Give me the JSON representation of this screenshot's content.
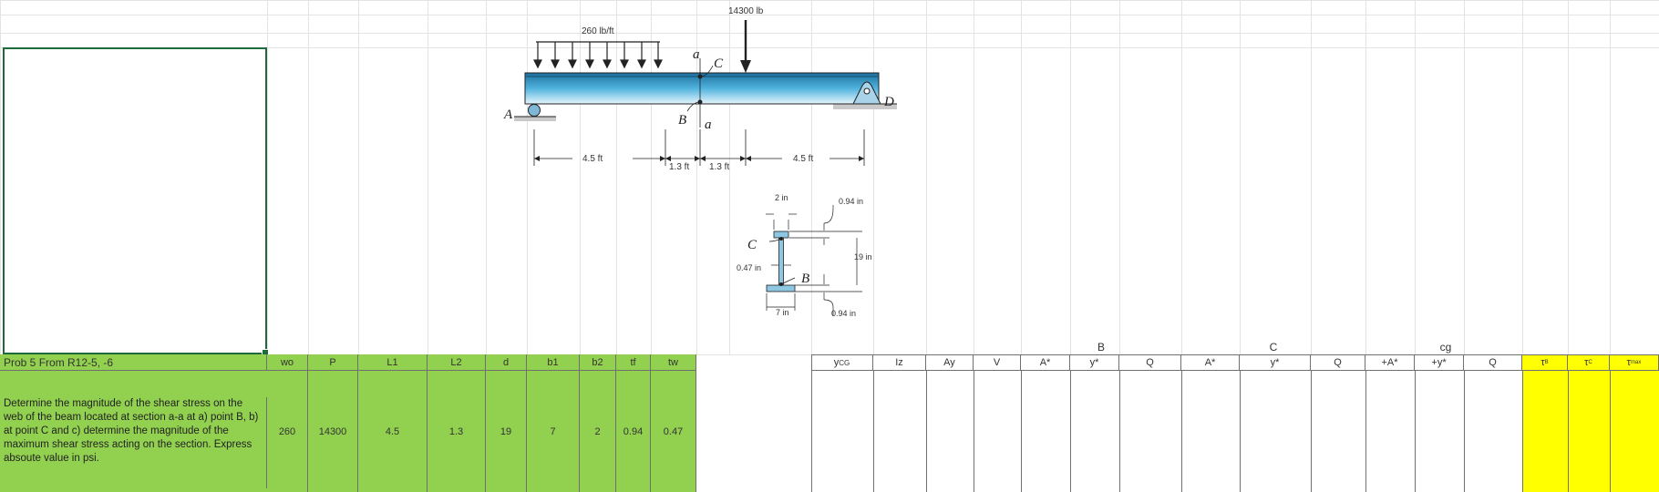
{
  "problem": {
    "title": "Prob 5 From R12-5, -6",
    "description": "Determine the magnitude of the shear stress on the web of the beam located at section a-a at a) point B, b) at point C and c) determine the magnitude of the maximum shear stress acting on the section.  Express absoute value in psi."
  },
  "inputs": {
    "headers": [
      "wo",
      "P",
      "L1",
      "L2",
      "d",
      "b1",
      "b2",
      "tf",
      "tw"
    ],
    "values": [
      "260",
      "14300",
      "4.5",
      "1.3",
      "19",
      "7",
      "2",
      "0.94",
      "0.47"
    ]
  },
  "calc": {
    "group_labels": {
      "b": "B",
      "c": "C",
      "cg": "cg"
    },
    "headers": {
      "ycg_main": "y",
      "ycg_sub": "CG",
      "iz": "Iz",
      "ay": "Ay",
      "v": "V",
      "a_star_b": "A*",
      "y_star_b": "y*",
      "q_b": "Q",
      "a_star_c": "A*",
      "y_star_c": "y*",
      "q_c": "Q",
      "a_star_cg": "+A*",
      "y_star_cg": "+y*",
      "q_cg": "Q",
      "tau_b_main": "τ",
      "tau_b_sub": "B",
      "tau_c_main": "τ",
      "tau_c_sub": "C",
      "tau_max_main": "τ",
      "tau_max_sub": "max"
    }
  },
  "diagram": {
    "dist_load": "260 lb/ft",
    "point_load": "14300 lb",
    "dim_45_left": "4.5 ft",
    "dim_13_left": "1.3 ft",
    "dim_13_right": "1.3 ft",
    "dim_45_right": "4.5 ft",
    "label_a_top": "a",
    "label_a_bottom": "a",
    "label_A": "A",
    "label_B": "B",
    "label_C": "C",
    "label_D": "D",
    "cs_top_width": "2 in",
    "cs_top_flange": "0.94 in",
    "cs_depth": "19 in",
    "cs_web": "0.47 in",
    "cs_bottom_width": "7 in",
    "cs_bottom_flange": "0.94 in",
    "cs_label_C": "C",
    "cs_label_B": "B"
  },
  "colors": {
    "input_fill": "#92d050",
    "result_fill": "#ffff00",
    "selection": "#1d6b3a",
    "beam_blue": "#2f8ab8"
  }
}
